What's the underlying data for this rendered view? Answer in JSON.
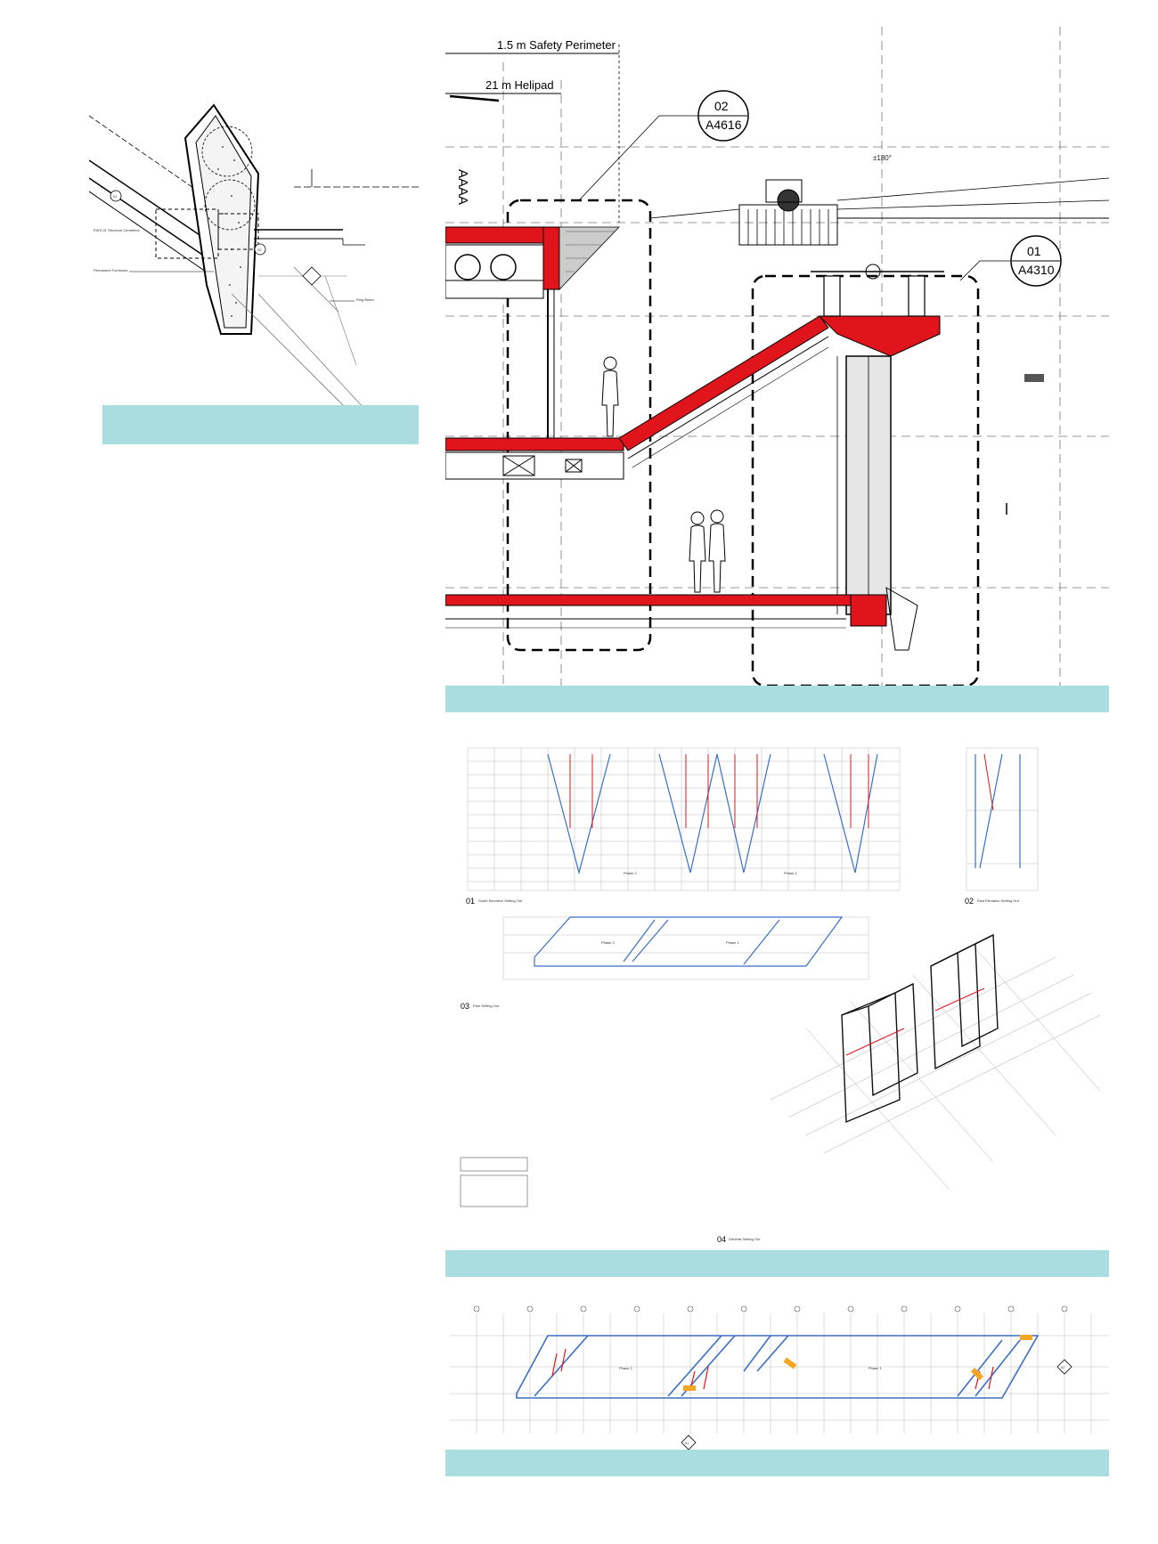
{
  "detail_a": {
    "bubble_tags": [
      "01",
      "02"
    ],
    "labels": {
      "structure": "EWS-01 Structure Centreline",
      "formwork": "Permanent Formwork",
      "ring_beam": "Ring Beam"
    }
  },
  "section": {
    "dimension_safety": "1.5 m Safety Perimeter",
    "dimension_helipad": "21 m Helipad",
    "callout_a": {
      "number": "02",
      "sheet": "A4616"
    },
    "callout_b": {
      "number": "01",
      "sheet": "A4310"
    },
    "rotation": "±180°"
  },
  "setting_out": {
    "view_01": "01",
    "view_01_title": "South Elevation Setting Out",
    "view_02": "02",
    "view_02_title": "East Elevation Setting Out",
    "view_03": "03",
    "view_03_title": "Plan Setting Out",
    "view_04": "04",
    "view_04_title": "General Setting Out",
    "phase_a": "Phase 2",
    "phase_b": "Phase 1"
  },
  "plan": {
    "phase_a": "Phase 2",
    "phase_b": "Phase 1",
    "marker": "01",
    "marker_right": "02"
  },
  "colors": {
    "caption": "#aadde0",
    "highlight": "#e0141b",
    "blue": "#3a6fc4",
    "orange": "#f5a623"
  }
}
